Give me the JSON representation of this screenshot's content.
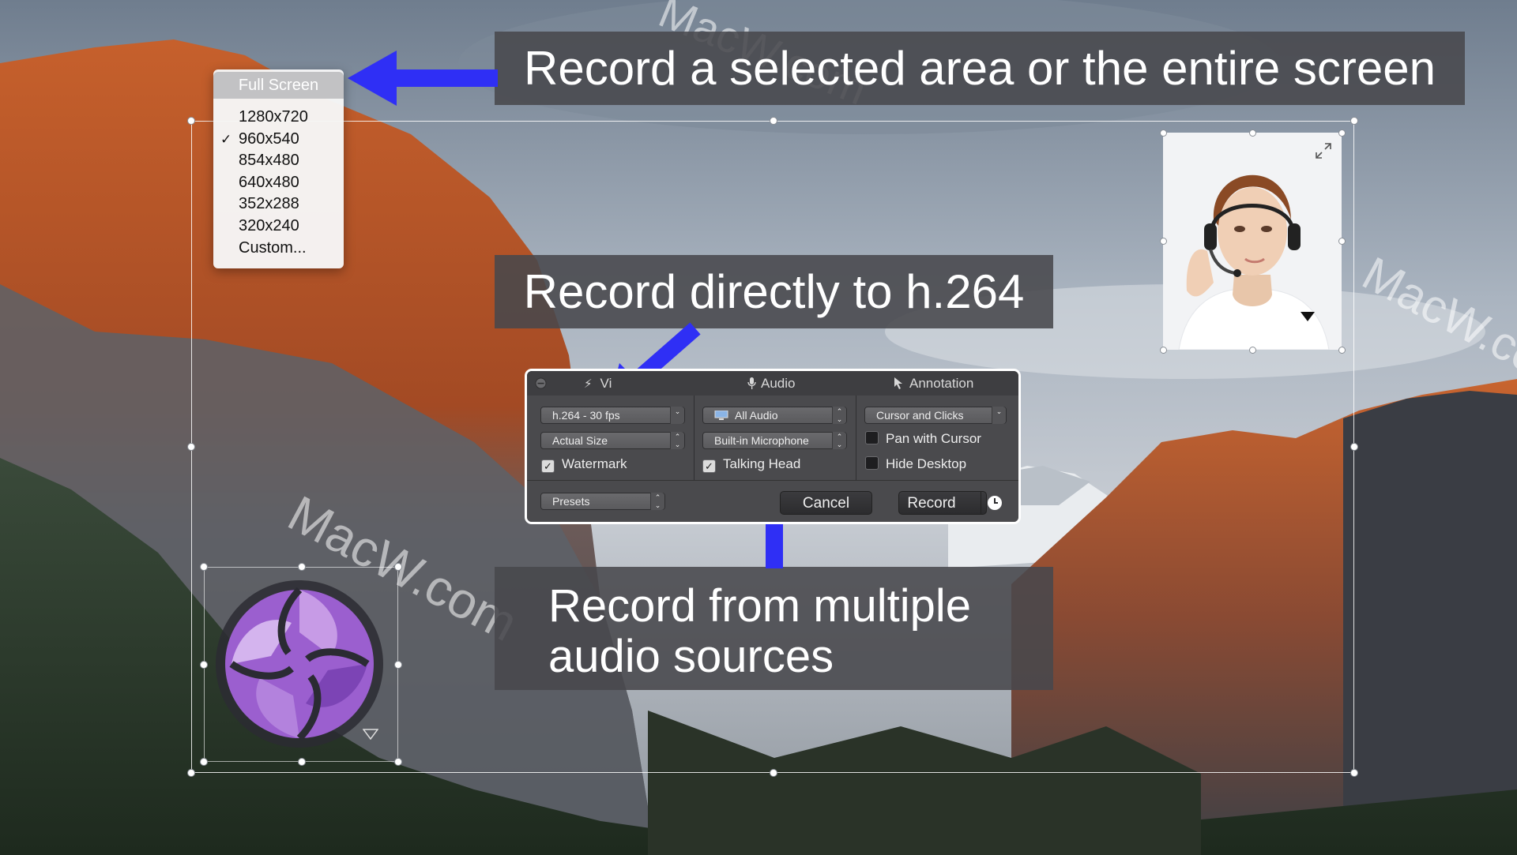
{
  "watermark": {
    "text": "MacW.com"
  },
  "callouts": {
    "area": "Record a selected area or the entire screen",
    "h264": "Record directly to h.264",
    "audio_line1": "Record from multiple",
    "audio_line2": "audio sources"
  },
  "resolution_menu": {
    "header": "Full Screen",
    "items": [
      {
        "label": "1280x720",
        "checked": false
      },
      {
        "label": "960x540",
        "checked": true
      },
      {
        "label": "854x480",
        "checked": false
      },
      {
        "label": "640x480",
        "checked": false
      },
      {
        "label": "352x288",
        "checked": false
      },
      {
        "label": "320x240",
        "checked": false
      },
      {
        "label": "Custom...",
        "checked": false
      }
    ],
    "check_glyph": "✓"
  },
  "dialog": {
    "tabs": {
      "video": "Vi",
      "audio": "Audio",
      "annotation": "Annotation"
    },
    "video": {
      "format": "h.264 - 30 fps",
      "size": "Actual Size",
      "watermark": "Watermark",
      "watermark_checked": true
    },
    "audio": {
      "source": "All Audio",
      "input": "Built-in Microphone",
      "talking_head": "Talking Head",
      "talking_head_checked": true
    },
    "annotation": {
      "mode": "Cursor and Clicks",
      "pan": "Pan with Cursor",
      "pan_checked": false,
      "hide_desktop": "Hide Desktop",
      "hide_desktop_checked": false
    },
    "presets": "Presets",
    "cancel": "Cancel",
    "record": "Record"
  },
  "colors": {
    "arrow": "#2f2ff5",
    "callout_bg": "#48484c",
    "logo_purple": "#9b5fcf"
  },
  "icons": {
    "expand": "expand-icon",
    "dropdown": "triangle-down-icon",
    "audio": "microphone-icon",
    "annotation": "cursor-icon",
    "video": "lightning-icon",
    "schedule": "clock-icon"
  }
}
